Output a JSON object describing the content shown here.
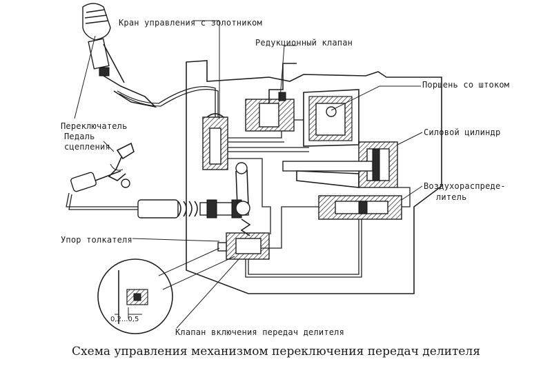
{
  "labels": {
    "valve_control": "Кран управления с золотником",
    "reduction_valve": "Редукционный клапан",
    "piston_rod": "Поршень со штоком",
    "power_cylinder": "Силовой цилиндр",
    "air_distributor_1": "Воздухораспреде-",
    "air_distributor_2": "литель",
    "switch": "Переключатель",
    "clutch_pedal_1": "Педаль",
    "clutch_pedal_2": "сцепления",
    "pusher_stop": "Упор толкателя",
    "divider_valve": "Клапан включения передач делителя",
    "gap": "0,2...0,5"
  },
  "caption": "Схема управления механизмом переключения передач делителя"
}
